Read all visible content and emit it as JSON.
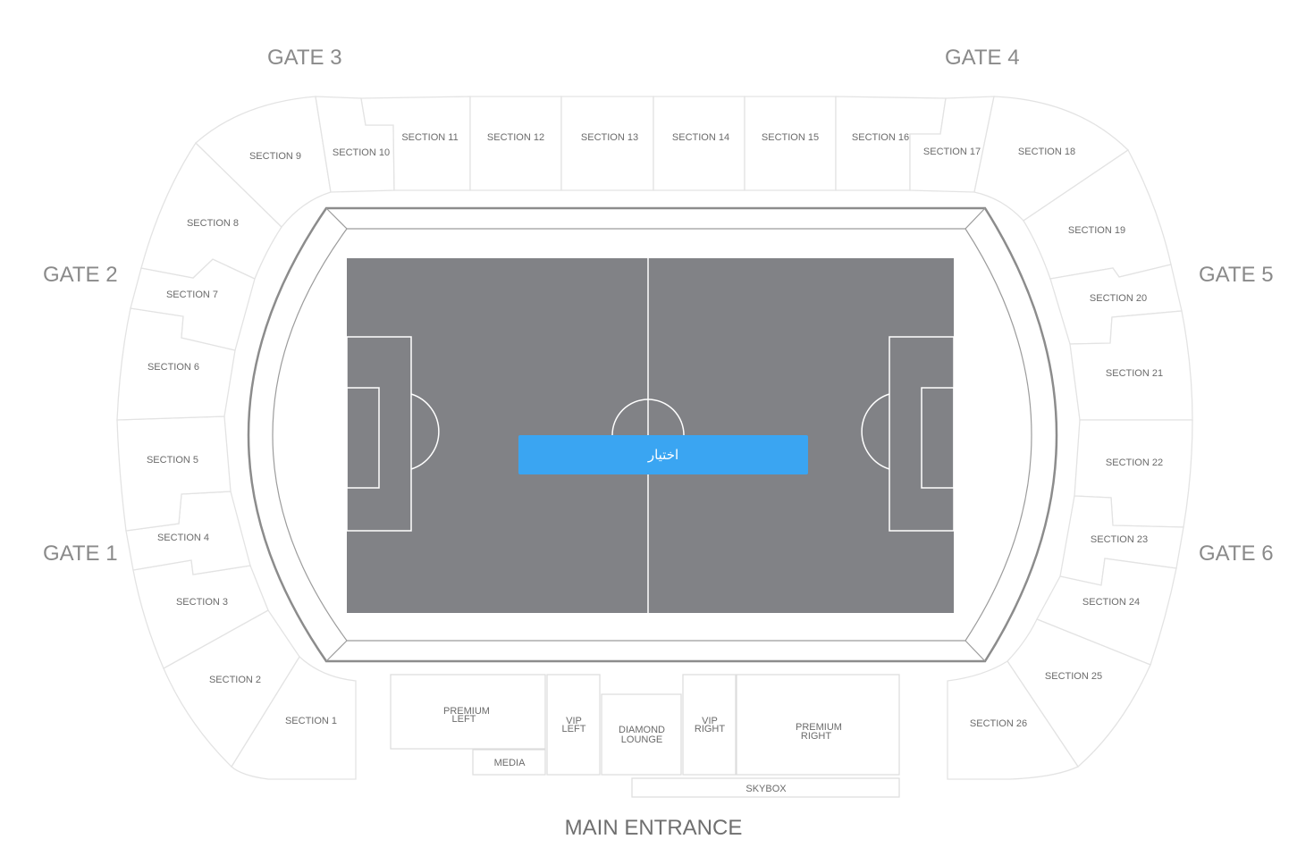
{
  "gates": [
    "GATE 1",
    "GATE 2",
    "GATE 3",
    "GATE 4",
    "GATE 5",
    "GATE 6"
  ],
  "main_entrance": "MAIN ENTRANCE",
  "sections": [
    "SECTION 1",
    "SECTION 2",
    "SECTION 3",
    "SECTION 4",
    "SECTION 5",
    "SECTION 6",
    "SECTION 7",
    "SECTION 8",
    "SECTION 9",
    "SECTION 10",
    "SECTION 11",
    "SECTION 12",
    "SECTION 13",
    "SECTION 14",
    "SECTION 15",
    "SECTION 16",
    "SECTION 17",
    "SECTION 18",
    "SECTION 19",
    "SECTION 20",
    "SECTION 21",
    "SECTION 22",
    "SECTION 23",
    "SECTION 24",
    "SECTION 25",
    "SECTION 26"
  ],
  "boxes": {
    "premium_left": [
      "PREMIUM",
      "LEFT"
    ],
    "media": "MEDIA",
    "vip_left": [
      "VIP",
      "LEFT"
    ],
    "diamond_lounge": [
      "DIAMOND",
      "LOUNGE"
    ],
    "vip_right": [
      "VIP",
      "RIGHT"
    ],
    "premium_right": [
      "PREMIUM",
      "RIGHT"
    ],
    "skybox": "SKYBOX"
  },
  "select_button": {
    "label": "اختيار",
    "color": "#3aa5f2"
  },
  "colors": {
    "pitch": "#818286",
    "section_border": "#e3e3e3",
    "gate_text": "#8a8a8a"
  }
}
